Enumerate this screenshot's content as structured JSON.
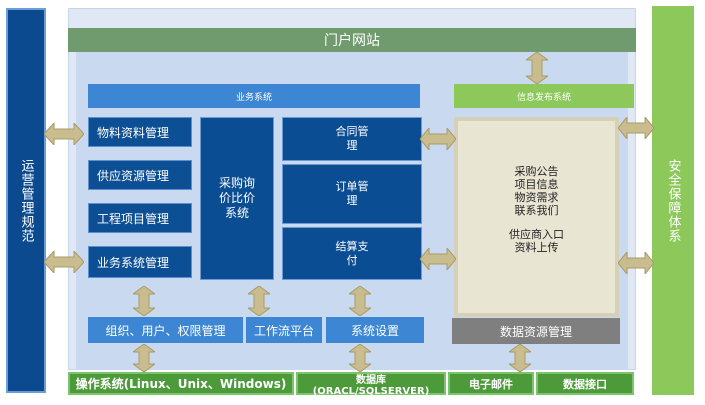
{
  "left_panel": "运营管理规范",
  "right_panel": "安全保障体系",
  "portal": "门户网站",
  "business_system": "业务系统",
  "info_release": "信息发布系统",
  "modules": {
    "materials": "物料资料管理",
    "supplier": "供应资源管理",
    "project": "工程项目管理",
    "biz_mgmt": "业务系统管理",
    "procurement": "采购询价比价系统",
    "contract": "合同管理",
    "order": "订单管理",
    "settlement": "结算支付"
  },
  "info_content": {
    "lines1": [
      "采购公告",
      "项目信息",
      "物资需求",
      "联系我们"
    ],
    "lines2": [
      "供应商入口",
      "资料上传"
    ]
  },
  "data_resource": "数据资源管理",
  "foundation": {
    "org": "组织、用户、权限管理",
    "workflow": "工作流平台",
    "settings": "系统设置"
  },
  "bottom": {
    "os": "操作系统(Linux、Unix、Windows)",
    "db": "数据库(ORACL/SQLSERVER)",
    "email": "电子邮件",
    "data_if": "数据接口"
  },
  "colors": {
    "navy": "#0d4f95",
    "green": "#4c9a3a",
    "light_green": "#8cc95a",
    "beige": "#e9e5d3",
    "gray": "#7f7f7f",
    "arrow": "#c9bc8e"
  }
}
